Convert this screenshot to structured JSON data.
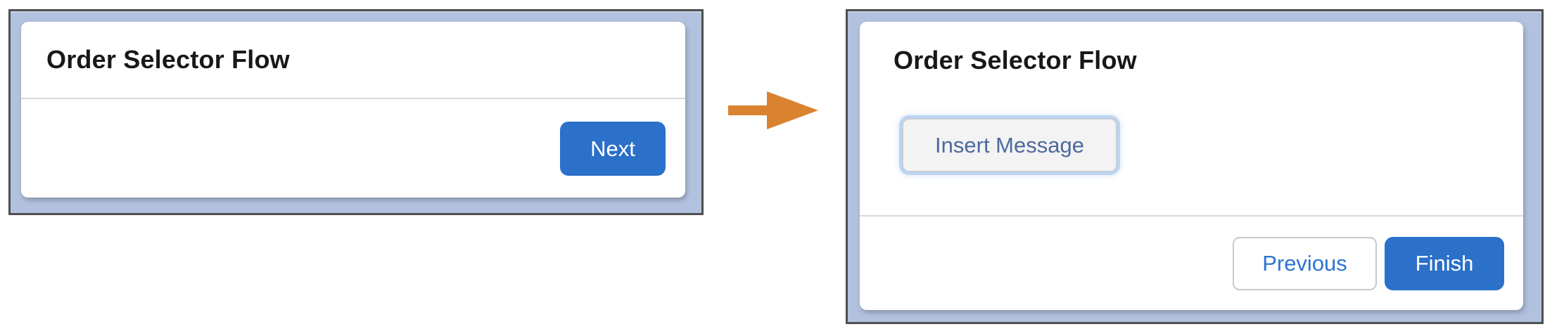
{
  "left_panel": {
    "title": "Order Selector Flow",
    "footer": {
      "next_label": "Next"
    }
  },
  "arrow": {
    "icon": "right-arrow",
    "direction": "right",
    "color": "#d9822f"
  },
  "right_panel": {
    "title": "Order Selector Flow",
    "body": {
      "insert_message_label": "Insert Message"
    },
    "footer": {
      "previous_label": "Previous",
      "finish_label": "Finish"
    }
  },
  "colors": {
    "brand_button": "#2b70c9",
    "brand_button_text": "#ffffff",
    "neutral_button_bg": "#f3f3f3",
    "neutral_button_text": "#4e699e",
    "outline_button_text": "#2e73d1",
    "outline_button_border": "#c9c9c9",
    "focus_glow": "#9cc1eb",
    "frame_fill": "#b2c2de",
    "frame_border": "#4f4f4f",
    "divider": "#d9d9d9",
    "title_text": "#181818",
    "arrow": "#d9822f"
  }
}
